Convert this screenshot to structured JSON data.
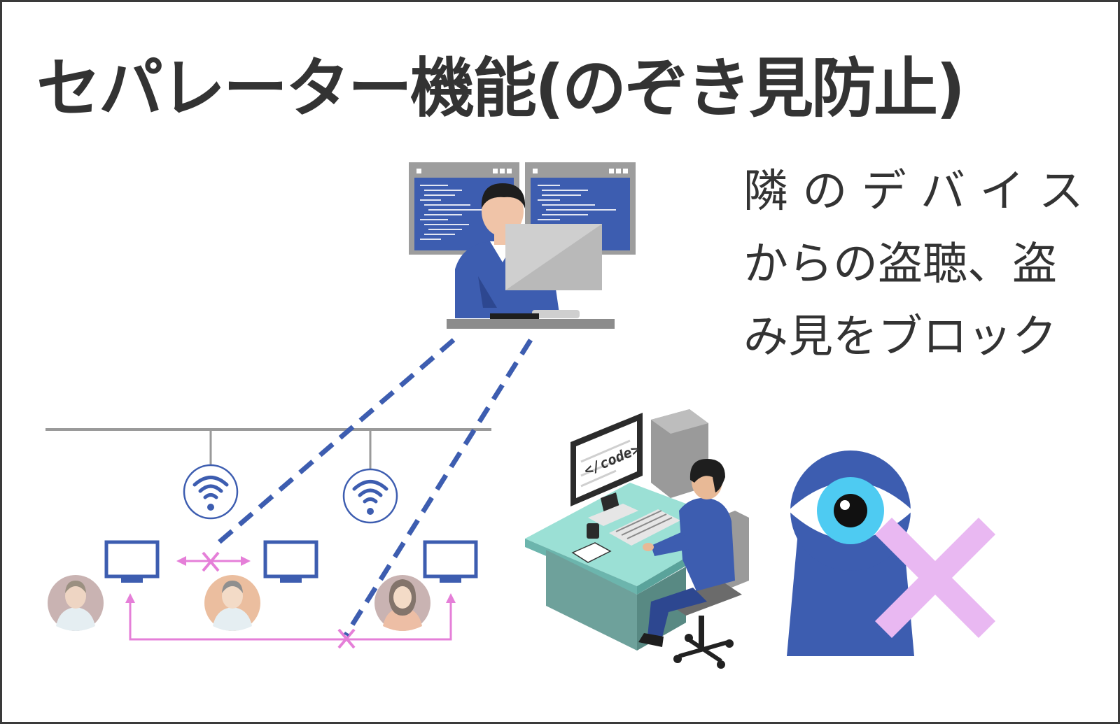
{
  "title": "セパレーター機能(のぞき見防止)",
  "caption": {
    "lines": [
      "隣 の デ バ イ ス",
      "からの盗聴、盗",
      "み見をブロック"
    ]
  },
  "code_label": "</code>",
  "colors": {
    "blue": "#3d5db0",
    "pink": "#e57fd8",
    "light_pink": "#e9b8f2",
    "gray_line": "#9a9a9a",
    "text": "#333333"
  },
  "icons": [
    "admin-person-icon",
    "wifi-icon",
    "monitor-icon",
    "user-avatar-icon",
    "keyhole-eye-icon",
    "cross-mark-icon"
  ]
}
